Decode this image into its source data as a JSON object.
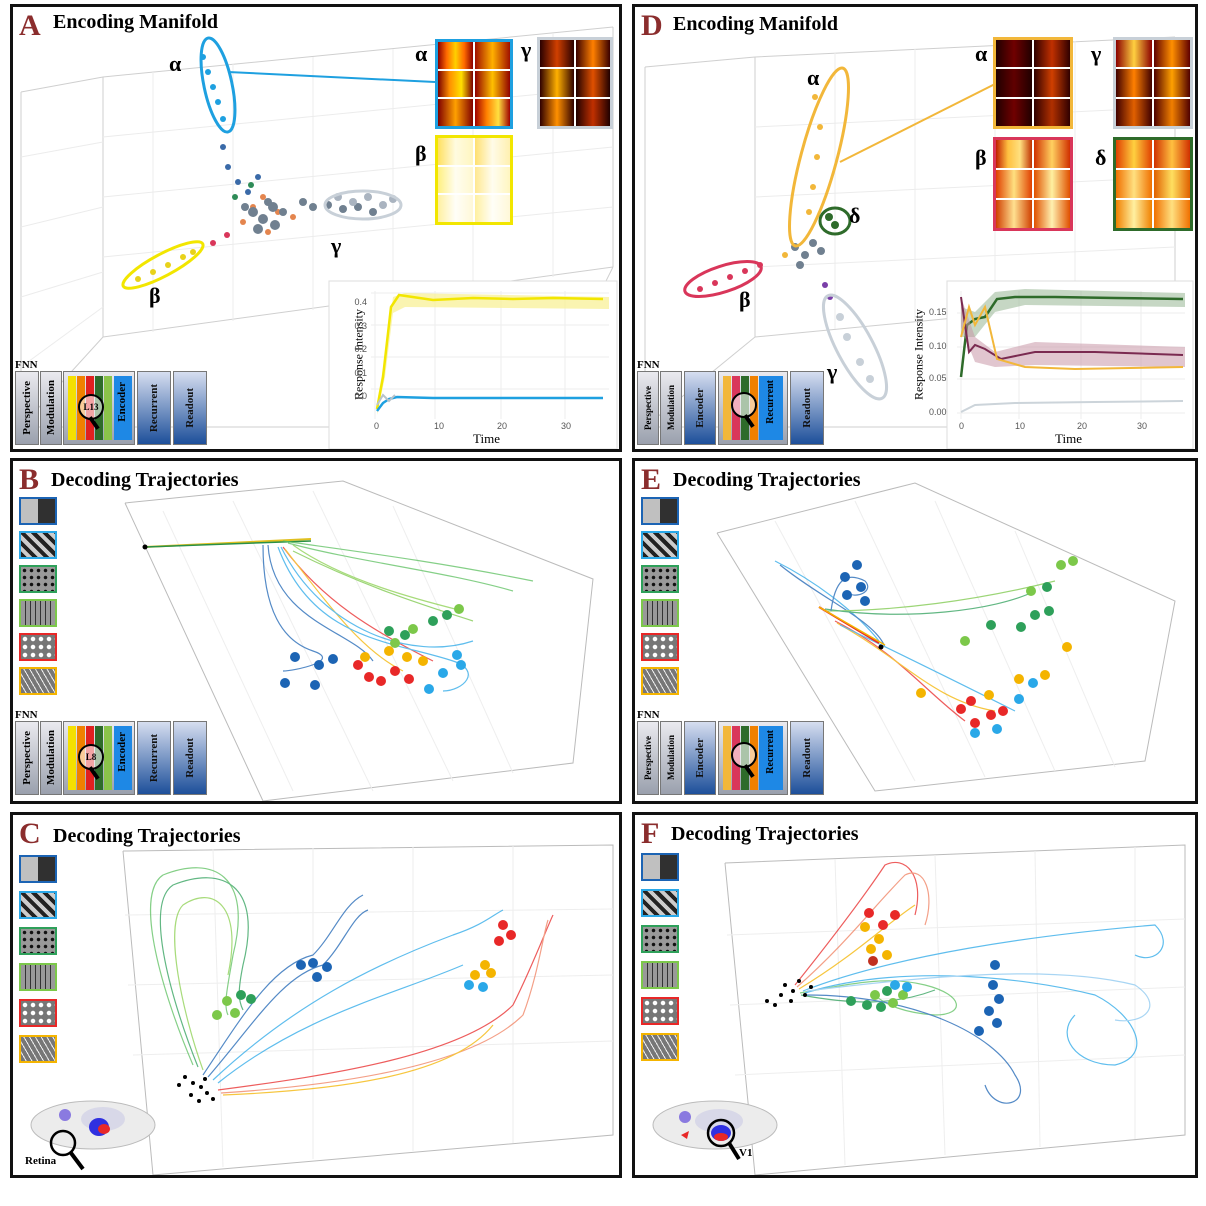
{
  "panels": {
    "A": {
      "letter": "A",
      "title": "Encoding Manifold"
    },
    "B": {
      "letter": "B",
      "title": "Decoding Trajectories"
    },
    "C": {
      "letter": "C",
      "title": "Decoding Trajectories"
    },
    "D": {
      "letter": "D",
      "title": "Encoding Manifold"
    },
    "E": {
      "letter": "E",
      "title": "Decoding Trajectories"
    },
    "F": {
      "letter": "F",
      "title": "Decoding Trajectories"
    }
  },
  "greek": {
    "alpha": "α",
    "beta": "β",
    "gamma": "γ",
    "delta": "δ"
  },
  "fnn": {
    "label": "FNN",
    "perspective": "Perspective",
    "modulation": "Modulation",
    "encoder": "Encoder",
    "recurrent": "Recurrent",
    "readout": "Readout",
    "layer_a": "L13",
    "layer_b": "L8"
  },
  "brain": {
    "retina": "Retina",
    "v1": "V1"
  },
  "chartA": {
    "ylabel": "Response Intensity",
    "xlabel": "Time",
    "yticks": [
      "0.0",
      "0.1",
      "0.2",
      "0.3",
      "0.4"
    ],
    "xticks": [
      "0",
      "10",
      "20",
      "30"
    ]
  },
  "chartD": {
    "ylabel": "Response Intensity",
    "xlabel": "Time",
    "yticks": [
      "0.00",
      "0.05",
      "0.10",
      "0.15"
    ],
    "xticks": [
      "0",
      "10",
      "20",
      "30"
    ]
  },
  "colors": {
    "alpha_blue": "#1ea0e0",
    "beta_yellow": "#f2e600",
    "gamma_gray": "#c8d0d8",
    "delta_green": "#2e6b2a",
    "d_alpha": "#f2b73a",
    "d_beta": "#d9365a",
    "dark_blue": "#1c64b4",
    "light_blue": "#2aa8e8",
    "dark_green": "#2ea05a",
    "light_green": "#7cc84a",
    "red": "#e8202a",
    "orange": "#f4b400"
  }
}
